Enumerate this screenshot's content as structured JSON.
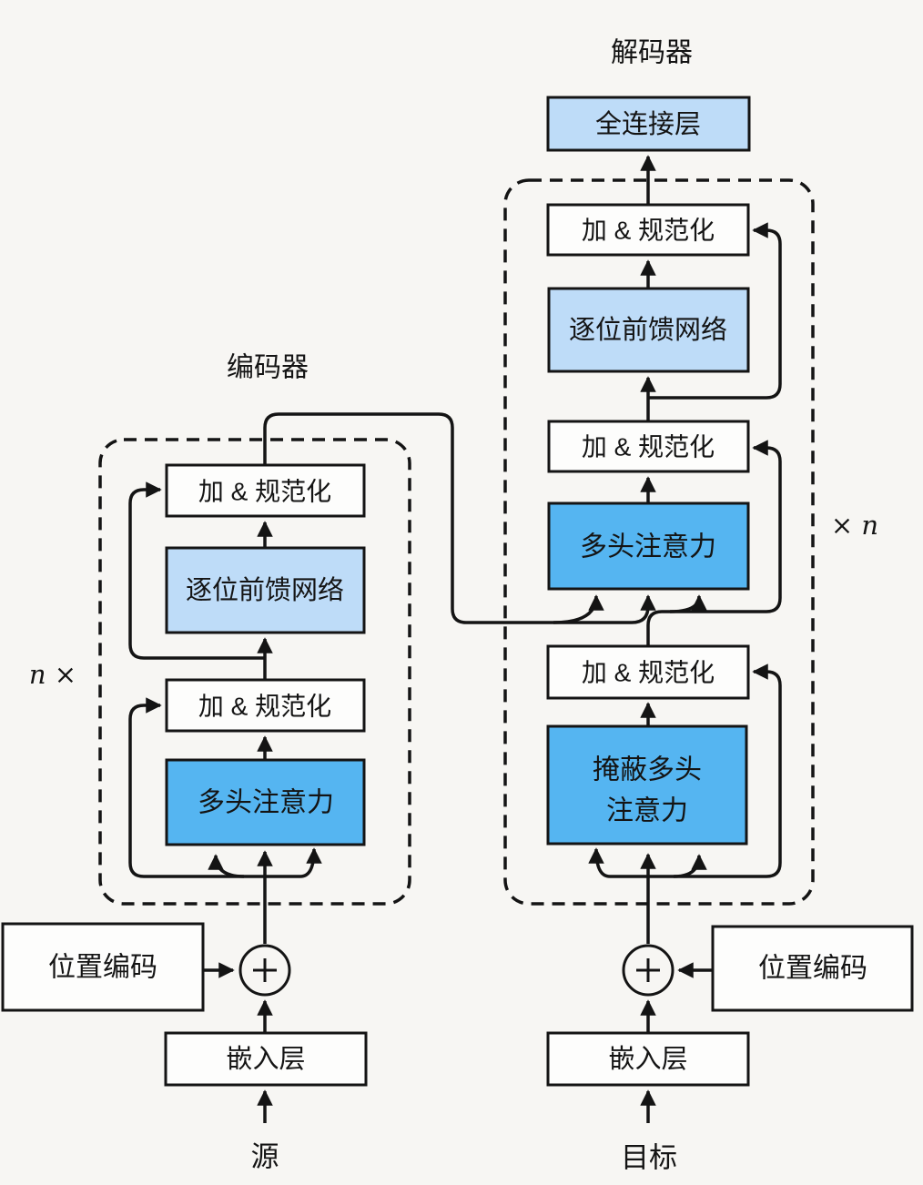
{
  "colors": {
    "background": "#f7f6f3",
    "light_blue": "#bedcf8",
    "blue": "#55b5f1",
    "white": "#fdfdfc",
    "line": "#141414"
  },
  "encoder": {
    "title": "编码器",
    "repeat_label": "n ×",
    "add_norm_top": "加 & 规范化",
    "ffn": "逐位前馈网络",
    "add_norm_bottom": "加 & 规范化",
    "attention": "多头注意力"
  },
  "decoder": {
    "title": "解码器",
    "repeat_label": "× n",
    "fc": "全连接层",
    "add_norm_top": "加 & 规范化",
    "ffn": "逐位前馈网络",
    "add_norm_mid": "加 & 规范化",
    "attention": "多头注意力",
    "add_norm_bottom": "加 & 规范化",
    "masked_attention_line1": "掩蔽多头",
    "masked_attention_line2": "注意力"
  },
  "io": {
    "positional_encoding_left": "位置编码",
    "positional_encoding_right": "位置编码",
    "embedding_left": "嵌入层",
    "embedding_right": "嵌入层",
    "source": "源",
    "target": "目标",
    "plus_icon": "+"
  }
}
